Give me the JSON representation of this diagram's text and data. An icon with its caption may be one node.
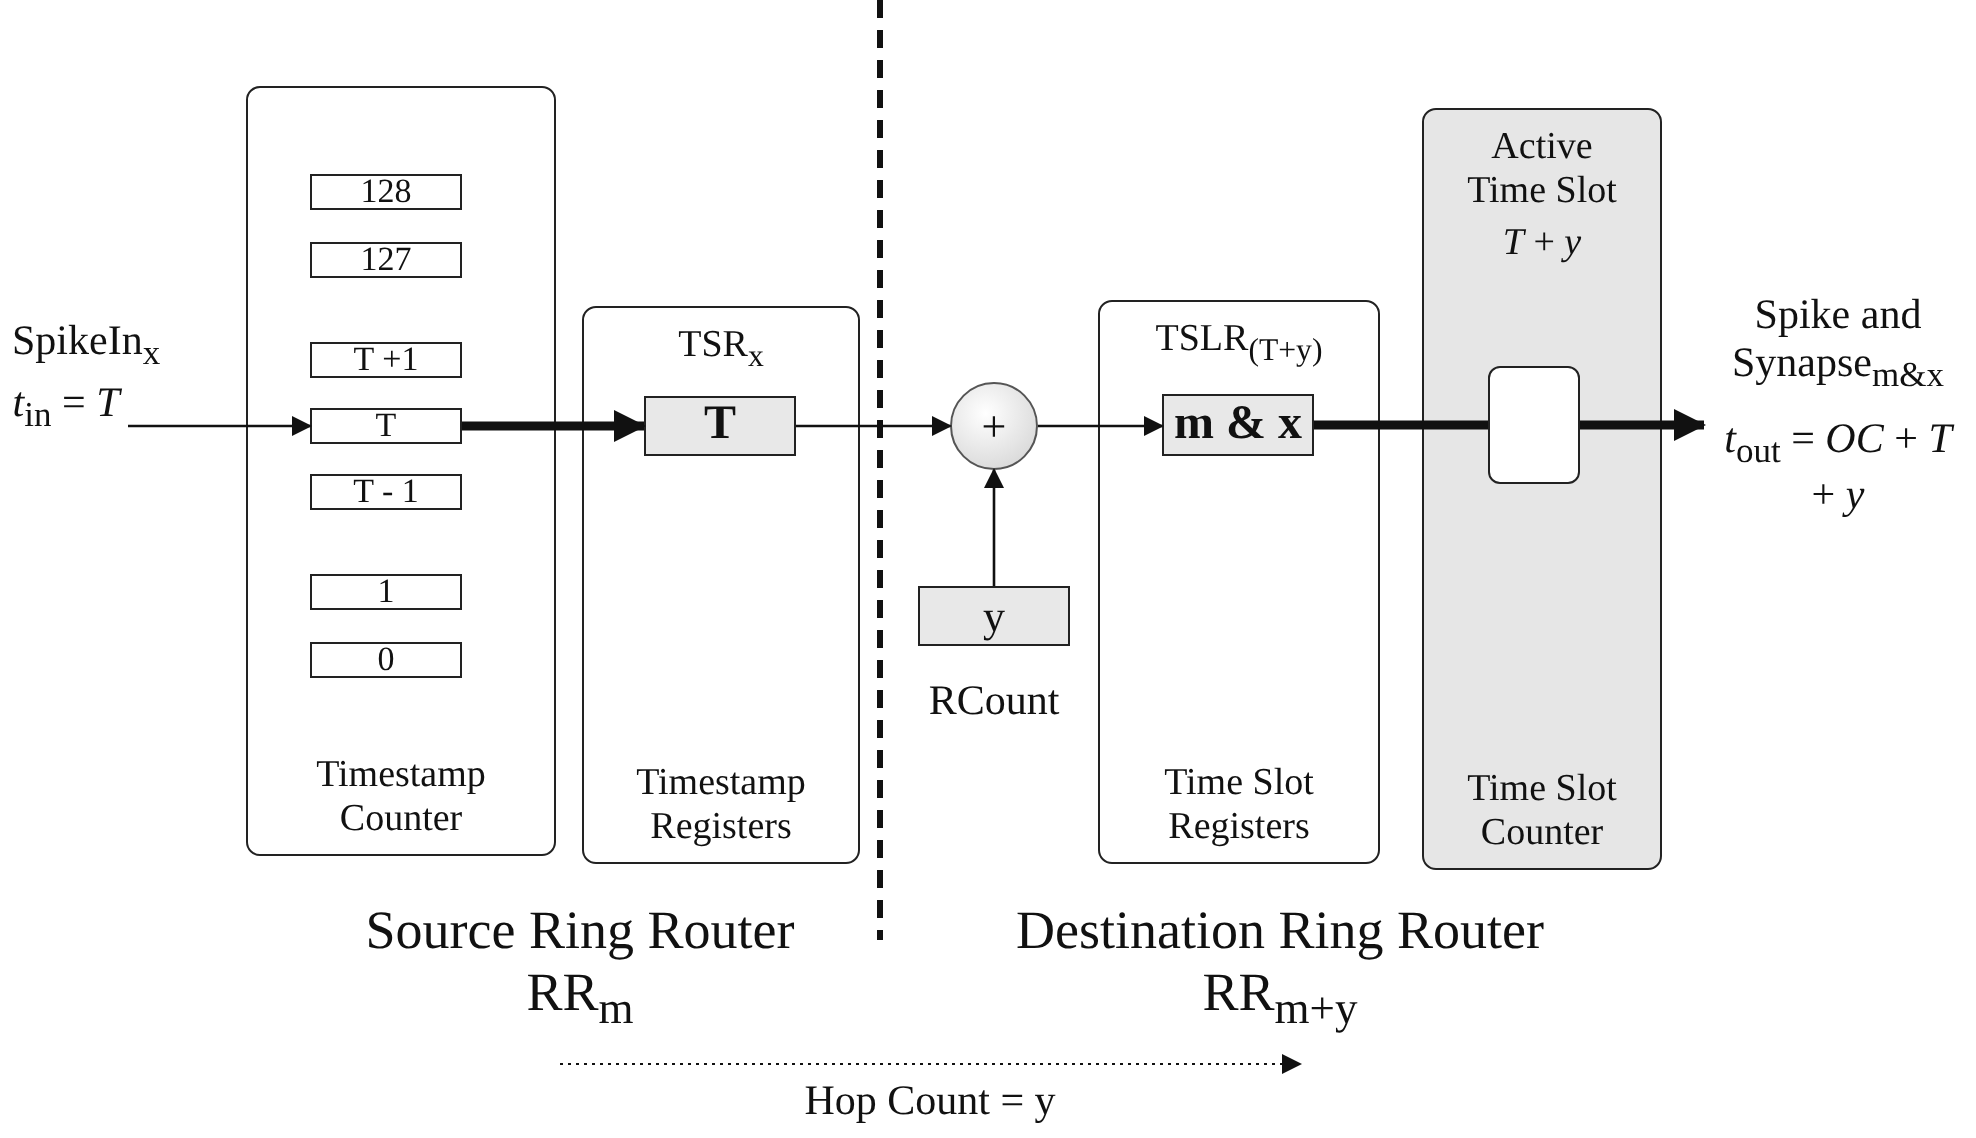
{
  "diagram": {
    "nodes": [
      {
        "text": [
          "SpikeIn$_{x}$",
          "*t*$_{in}$ = *T*"
        ]
      },
      {
        "text": [
          "Timestamp Counter"
        ]
      },
      {
        "text": [
          "128"
        ],
        "in": 1
      },
      {
        "text": [
          "127"
        ],
        "in": 1
      },
      {
        "text": [
          "T +1"
        ],
        "in": 1
      },
      {
        "text": [
          "T"
        ],
        "in": 1
      },
      {
        "text": [
          "T - 1"
        ],
        "in": 1
      },
      {
        "text": [
          "1"
        ],
        "in": 1
      },
      {
        "text": [
          "0"
        ],
        "in": 1
      },
      {
        "text": [
          "TSR$_{x}$",
          "Timestamp Registers"
        ]
      },
      {
        "text": [
          "T"
        ],
        "in": 9
      },
      {
        "text": [
          "+"
        ]
      },
      {
        "text": [
          "y"
        ],
        "beside": [
          "RCount"
        ]
      },
      {
        "text": [
          "TSLR$_{(T+y)}$",
          "Time Slot Registers"
        ]
      },
      {
        "text": [
          "m & x"
        ],
        "in": 13
      },
      {
        "text": [
          "Active Time Slot",
          "*T* + *y*",
          "Time Slot Counter"
        ]
      },
      {
        "text": [],
        "shape": "box",
        "in": 15
      },
      {
        "text": [
          "Spike and Synapse$_{m&x}$",
          "*t*$_{out}$ = *OC* + *T* + *y*"
        ]
      },
      {
        "text": [
          "Source Ring Router RR$_{m}$"
        ]
      },
      {
        "text": [
          "Destination Ring Router RR$_{m+y}$"
        ]
      }
    ],
    "edges": [
      {
        "from": 0,
        "to": 5,
        "arrow": "to"
      },
      {
        "from": 5,
        "to": 10,
        "arrow": "to",
        "style": "thick"
      },
      {
        "from": 10,
        "to": 11,
        "arrow": "to"
      },
      {
        "from": 12,
        "to": 11,
        "arrow": "to"
      },
      {
        "from": 11,
        "to": 14,
        "arrow": "to"
      },
      {
        "from": 14,
        "to": 16,
        "arrow": "none",
        "style": "thick"
      },
      {
        "from": 16,
        "to": 17,
        "arrow": "to",
        "style": "thick"
      },
      {
        "from": 18,
        "to": 19,
        "arrow": "to",
        "style": "dashed",
        "label": "Hop Count = y"
      }
    ]
  }
}
